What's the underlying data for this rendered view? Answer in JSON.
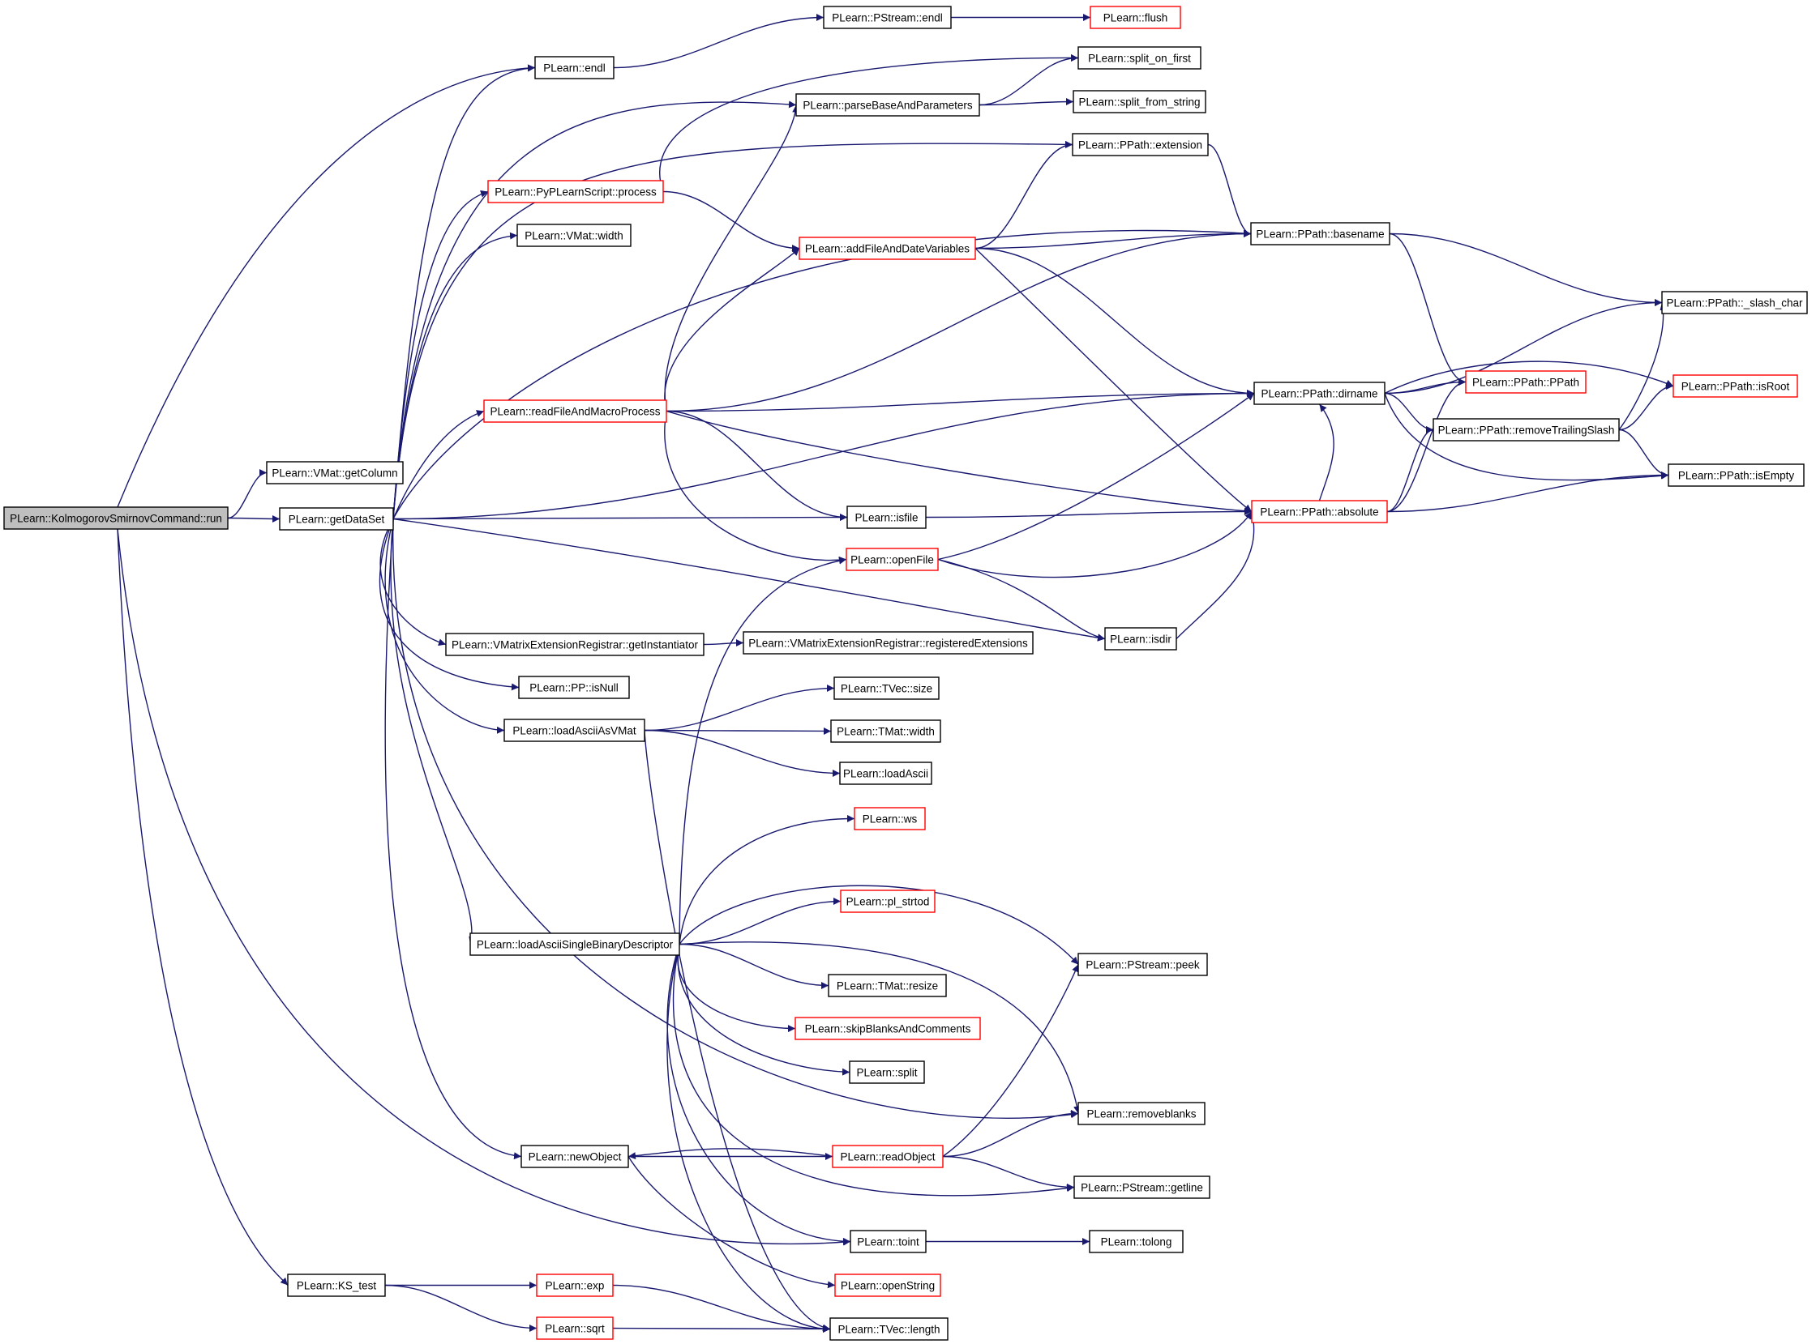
{
  "colors": {
    "edge": "#191970",
    "node_border": "#000000",
    "node_border_truncated": "#ff0000",
    "node_fill": "#ffffff",
    "root_fill": "#bfbfbf"
  },
  "nodes": [
    {
      "id": "run",
      "label": "PLearn::KolmogorovSmirnovCommand::run",
      "style": "root"
    },
    {
      "id": "getColumn",
      "label": "PLearn::VMat::getColumn",
      "style": "normal"
    },
    {
      "id": "getDataSet",
      "label": "PLearn::getDataSet",
      "style": "normal"
    },
    {
      "id": "KS_test",
      "label": "PLearn::KS_test",
      "style": "normal"
    },
    {
      "id": "endl",
      "label": "PLearn::endl",
      "style": "normal"
    },
    {
      "id": "pyprocess",
      "label": "PLearn::PyPLearnScript::process",
      "style": "truncated"
    },
    {
      "id": "vmatwidth",
      "label": "PLearn::VMat::width",
      "style": "normal"
    },
    {
      "id": "readFile",
      "label": "PLearn::readFileAndMacroProcess",
      "style": "truncated"
    },
    {
      "id": "getInst",
      "label": "PLearn::VMatrixExtensionRegistrar::getInstantiator",
      "style": "normal"
    },
    {
      "id": "ppisNull",
      "label": "PLearn::PP::isNull",
      "style": "normal"
    },
    {
      "id": "loadAsciiAsVMat",
      "label": "PLearn::loadAsciiAsVMat",
      "style": "normal"
    },
    {
      "id": "loadAsciiSBD",
      "label": "PLearn::loadAsciiSingleBinaryDescriptor",
      "style": "normal"
    },
    {
      "id": "newObject",
      "label": "PLearn::newObject",
      "style": "normal"
    },
    {
      "id": "exp",
      "label": "PLearn::exp",
      "style": "truncated"
    },
    {
      "id": "sqrt",
      "label": "PLearn::sqrt",
      "style": "truncated"
    },
    {
      "id": "pstreamendl",
      "label": "PLearn::PStream::endl",
      "style": "normal"
    },
    {
      "id": "parseBase",
      "label": "PLearn::parseBaseAndParameters",
      "style": "normal"
    },
    {
      "id": "addFile",
      "label": "PLearn::addFileAndDateVariables",
      "style": "truncated"
    },
    {
      "id": "isfile",
      "label": "PLearn::isfile",
      "style": "normal"
    },
    {
      "id": "openFile",
      "label": "PLearn::openFile",
      "style": "truncated"
    },
    {
      "id": "regExt",
      "label": "PLearn::VMatrixExtensionRegistrar::registeredExtensions",
      "style": "normal"
    },
    {
      "id": "tvecsize",
      "label": "PLearn::TVec::size",
      "style": "normal"
    },
    {
      "id": "tmatwidth",
      "label": "PLearn::TMat::width",
      "style": "normal"
    },
    {
      "id": "loadAscii",
      "label": "PLearn::loadAscii",
      "style": "normal"
    },
    {
      "id": "ws",
      "label": "PLearn::ws",
      "style": "truncated"
    },
    {
      "id": "plstrtod",
      "label": "PLearn::pl_strtod",
      "style": "truncated"
    },
    {
      "id": "tmatresize",
      "label": "PLearn::TMat::resize",
      "style": "normal"
    },
    {
      "id": "skipBlanks",
      "label": "PLearn::skipBlanksAndComments",
      "style": "truncated"
    },
    {
      "id": "split",
      "label": "PLearn::split",
      "style": "normal"
    },
    {
      "id": "readObject",
      "label": "PLearn::readObject",
      "style": "truncated"
    },
    {
      "id": "toint",
      "label": "PLearn::toint",
      "style": "normal"
    },
    {
      "id": "openString",
      "label": "PLearn::openString",
      "style": "truncated"
    },
    {
      "id": "tveclength",
      "label": "PLearn::TVec::length",
      "style": "normal"
    },
    {
      "id": "flush",
      "label": "PLearn::flush",
      "style": "truncated"
    },
    {
      "id": "splitfirst",
      "label": "PLearn::split_on_first",
      "style": "normal"
    },
    {
      "id": "splitfromstring",
      "label": "PLearn::split_from_string",
      "style": "normal"
    },
    {
      "id": "extension",
      "label": "PLearn::PPath::extension",
      "style": "normal"
    },
    {
      "id": "isdir",
      "label": "PLearn::isdir",
      "style": "normal"
    },
    {
      "id": "peek",
      "label": "PLearn::PStream::peek",
      "style": "normal"
    },
    {
      "id": "removeblanks",
      "label": "PLearn::removeblanks",
      "style": "normal"
    },
    {
      "id": "getline",
      "label": "PLearn::PStream::getline",
      "style": "normal"
    },
    {
      "id": "tolong",
      "label": "PLearn::tolong",
      "style": "normal"
    },
    {
      "id": "basename",
      "label": "PLearn::PPath::basename",
      "style": "normal"
    },
    {
      "id": "dirname",
      "label": "PLearn::PPath::dirname",
      "style": "normal"
    },
    {
      "id": "absolute",
      "label": "PLearn::PPath::absolute",
      "style": "truncated"
    },
    {
      "id": "ppath",
      "label": "PLearn::PPath::PPath",
      "style": "truncated"
    },
    {
      "id": "removeTrailing",
      "label": "PLearn::PPath::removeTrailingSlash",
      "style": "normal"
    },
    {
      "id": "slashchar",
      "label": "PLearn::PPath::_slash_char",
      "style": "normal"
    },
    {
      "id": "isRoot",
      "label": "PLearn::PPath::isRoot",
      "style": "truncated"
    },
    {
      "id": "isEmpty",
      "label": "PLearn::PPath::isEmpty",
      "style": "normal"
    }
  ],
  "edges": [
    [
      "run",
      "getColumn"
    ],
    [
      "run",
      "getDataSet"
    ],
    [
      "run",
      "KS_test"
    ],
    [
      "run",
      "endl"
    ],
    [
      "run",
      "toint"
    ],
    [
      "getDataSet",
      "endl"
    ],
    [
      "getDataSet",
      "parseBase"
    ],
    [
      "getDataSet",
      "extension"
    ],
    [
      "getDataSet",
      "pyprocess"
    ],
    [
      "getDataSet",
      "vmatwidth"
    ],
    [
      "getDataSet",
      "basename"
    ],
    [
      "getDataSet",
      "readFile"
    ],
    [
      "getDataSet",
      "dirname"
    ],
    [
      "getDataSet",
      "isfile"
    ],
    [
      "getDataSet",
      "isdir"
    ],
    [
      "getDataSet",
      "getInst"
    ],
    [
      "getDataSet",
      "ppisNull"
    ],
    [
      "getDataSet",
      "loadAsciiAsVMat"
    ],
    [
      "getDataSet",
      "loadAsciiSBD"
    ],
    [
      "getDataSet",
      "removeblanks"
    ],
    [
      "getDataSet",
      "newObject"
    ],
    [
      "KS_test",
      "exp"
    ],
    [
      "KS_test",
      "sqrt"
    ],
    [
      "endl",
      "pstreamendl"
    ],
    [
      "pstreamendl",
      "flush"
    ],
    [
      "parseBase",
      "splitfirst"
    ],
    [
      "parseBase",
      "splitfromstring"
    ],
    [
      "pyprocess",
      "splitfirst"
    ],
    [
      "pyprocess",
      "addFile"
    ],
    [
      "readFile",
      "parseBase"
    ],
    [
      "readFile",
      "addFile"
    ],
    [
      "readFile",
      "basename"
    ],
    [
      "readFile",
      "dirname"
    ],
    [
      "readFile",
      "isfile"
    ],
    [
      "readFile",
      "openFile"
    ],
    [
      "readFile",
      "absolute"
    ],
    [
      "addFile",
      "extension"
    ],
    [
      "addFile",
      "basename"
    ],
    [
      "addFile",
      "dirname"
    ],
    [
      "addFile",
      "absolute"
    ],
    [
      "extension",
      "basename"
    ],
    [
      "basename",
      "slashchar"
    ],
    [
      "basename",
      "ppath"
    ],
    [
      "dirname",
      "slashchar"
    ],
    [
      "dirname",
      "ppath"
    ],
    [
      "dirname",
      "isRoot"
    ],
    [
      "dirname",
      "removeTrailing"
    ],
    [
      "dirname",
      "isEmpty"
    ],
    [
      "removeTrailing",
      "slashchar"
    ],
    [
      "removeTrailing",
      "isRoot"
    ],
    [
      "removeTrailing",
      "isEmpty"
    ],
    [
      "absolute",
      "ppath"
    ],
    [
      "absolute",
      "dirname"
    ],
    [
      "absolute",
      "removeTrailing"
    ],
    [
      "absolute",
      "isEmpty"
    ],
    [
      "isfile",
      "absolute"
    ],
    [
      "openFile",
      "dirname"
    ],
    [
      "openFile",
      "absolute"
    ],
    [
      "openFile",
      "isdir"
    ],
    [
      "isdir",
      "absolute"
    ],
    [
      "getInst",
      "regExt"
    ],
    [
      "loadAsciiAsVMat",
      "tvecsize"
    ],
    [
      "loadAsciiAsVMat",
      "tmatwidth"
    ],
    [
      "loadAsciiAsVMat",
      "loadAscii"
    ],
    [
      "loadAsciiAsVMat",
      "tveclength"
    ],
    [
      "loadAsciiSBD",
      "openFile"
    ],
    [
      "loadAsciiSBD",
      "ws"
    ],
    [
      "loadAsciiSBD",
      "peek"
    ],
    [
      "loadAsciiSBD",
      "plstrtod"
    ],
    [
      "loadAsciiSBD",
      "removeblanks"
    ],
    [
      "loadAsciiSBD",
      "tmatresize"
    ],
    [
      "loadAsciiSBD",
      "skipBlanks"
    ],
    [
      "loadAsciiSBD",
      "split"
    ],
    [
      "loadAsciiSBD",
      "getline"
    ],
    [
      "loadAsciiSBD",
      "toint"
    ],
    [
      "loadAsciiSBD",
      "tveclength"
    ],
    [
      "newObject",
      "readObject"
    ],
    [
      "newObject",
      "openString"
    ],
    [
      "readObject",
      "newObject"
    ],
    [
      "readObject",
      "peek"
    ],
    [
      "readObject",
      "removeblanks"
    ],
    [
      "readObject",
      "getline"
    ],
    [
      "toint",
      "tolong"
    ],
    [
      "exp",
      "tveclength"
    ],
    [
      "sqrt",
      "tveclength"
    ]
  ]
}
